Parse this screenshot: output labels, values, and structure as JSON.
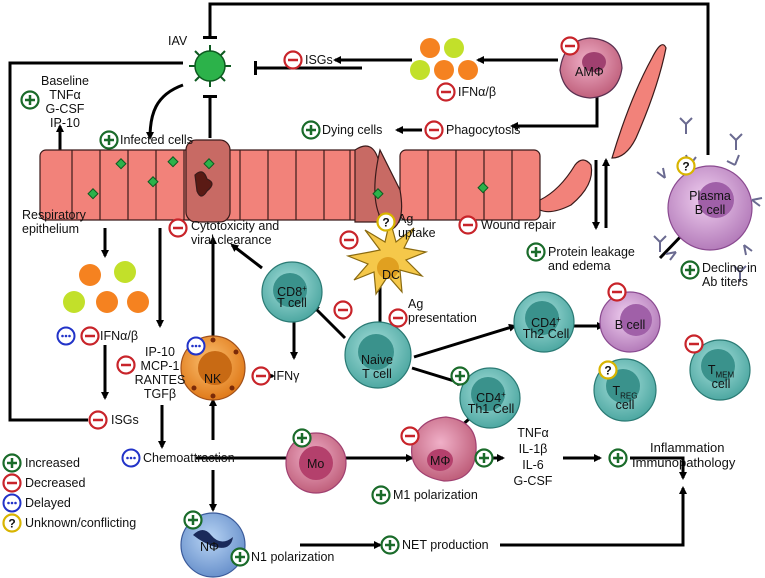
{
  "labels": {
    "iav": "IAV",
    "isgs_top": "ISGs",
    "amphi": "AMΦ",
    "ifn_top": "IFNα/β",
    "baseline": "Baseline",
    "tnfa_base": "TNFα",
    "gcsf_base": "G-CSF",
    "ip10_base": "IP-10",
    "infected_cells": "Infected cells",
    "dying_cells": "Dying cells",
    "phagocytosis": "Phagocytosis",
    "resp_epi_1": "Respiratory",
    "resp_epi_2": "epithelium",
    "cytotox_1": "Cytotoxicity and",
    "cytotox_2": "viral clearance",
    "ag_uptake_1": "Ag",
    "ag_uptake_2": "uptake",
    "wound_repair": "Wound repair",
    "protein_leak_1": "Protein leakage",
    "protein_leak_2": "and edema",
    "plasma_1": "Plasma",
    "plasma_2": "B cell",
    "decline_1": "Decline in",
    "decline_2": "Ab titers",
    "cd8_main": "CD8",
    "cd8_sup": "+",
    "cd8_line2": "T cell",
    "dc": "DC",
    "ag_pres_1": "Ag",
    "ag_pres_2": "presentation",
    "ifn_left": "IFNα/β",
    "ip10": "IP-10",
    "mcp1": "MCP-1",
    "rantes": "RANTES",
    "tgfb": "TGFβ",
    "nk": "NK",
    "ifng": "IFNγ",
    "naive_1": "Naive",
    "naive_2": "T cell",
    "cd4_th2_main": "CD4",
    "cd4_th2_sup": "+",
    "cd4_th2_line2": "Th2 Cell",
    "bcell": "B cell",
    "treg_main": "T",
    "treg_sub": "REG",
    "treg_line2": "cell",
    "tmem_main": "T",
    "tmem_sub": "MEM",
    "tmem_line2": "cell",
    "cd4_th1_main": "CD4",
    "cd4_th1_sup": "+",
    "cd4_th1_line2": "Th1 Cell",
    "isgs_left": "ISGs",
    "chemoattraction": "Chemoattraction",
    "mo": "Mo",
    "mphi": "MΦ",
    "m1_polarization": "M1 polarization",
    "tnfa": "TNFα",
    "il1b": "IL-1β",
    "il6": "IL-6",
    "gcsf": "G-CSF",
    "inflammation_1": "Inflammation",
    "inflammation_2": "Immunopathology",
    "nphi": "NΦ",
    "n1_polarization": "N1 polarization",
    "net_production": "NET production"
  },
  "legend": [
    {
      "symbol": "increased",
      "label": "Increased"
    },
    {
      "symbol": "decreased",
      "label": "Decreased"
    },
    {
      "symbol": "delayed",
      "label": "Delayed"
    },
    {
      "symbol": "unknown",
      "label": "Unknown/conflicting"
    }
  ],
  "colors": {
    "increased": "#1a6b2a",
    "decreased": "#c8242a",
    "delayed": "#2233c8",
    "unknown": "#d8b400",
    "epithelium": "#f2827a",
    "infected_cell": "#c86a64",
    "virus": "#2cb24a",
    "ifn_orange": "#f58220",
    "ifn_green": "#c2e02a",
    "teal_cell": "#72c6c0",
    "b_cell": "#d6a4d8",
    "macrophage": "#d8729a",
    "nk": "#f29a3a",
    "neutrophil": "#8ab2e0",
    "dc": "#f5c84a"
  }
}
